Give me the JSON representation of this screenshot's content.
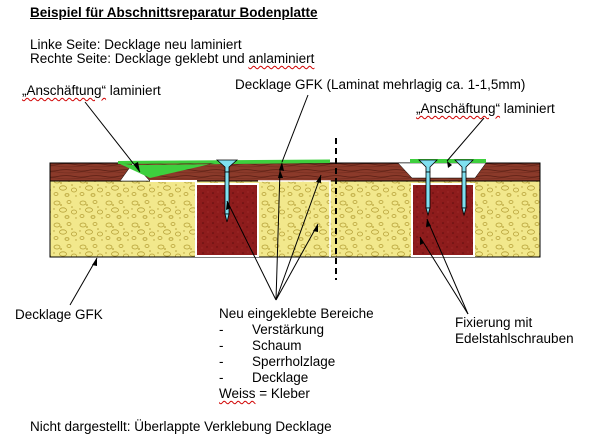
{
  "title": "Beispiel für Abschnittsreparatur Bodenplatte",
  "description": {
    "line1": "Linke Seite: Decklage neu laminiert",
    "line2_prefix": "Rechte Seite: Decklage geklebt und ",
    "line2_squiggly": "anlaminiert"
  },
  "labels": {
    "left_scarf_word": "„Anschäftung“",
    "left_scarf_rest": " laminiert",
    "right_scarf_word": "„Anschäftung“",
    "right_scarf_rest": " laminiert",
    "top_gfk": "Decklage GFK (Laminat mehrlagig ca. 1-1,5mm)",
    "bottom_gfk": "Decklage GFK",
    "fix_line1": "Fixierung mit",
    "fix_line2": "Edelstahlschrauben"
  },
  "new_areas": {
    "heading": "Neu eingeklebte Bereiche",
    "dash": "-",
    "items": [
      "Verstärkung",
      "Schaum",
      "Sperrholzlage",
      "Decklage"
    ],
    "footer_word": "Weiss",
    "footer_rest": " = Kleber"
  },
  "note": "Nicht dargestellt: Überlappte Verklebung Decklage",
  "colors": {
    "deck_wood": "#8b3a2a",
    "deck_stripe": "#5a1f14",
    "foam": "#f2e88c",
    "foam_dots": "#b7a23a",
    "plywood": "#8e1c1c",
    "laminate_green": "#3ecf3e",
    "screw_cyan": "#7fe0f0"
  }
}
